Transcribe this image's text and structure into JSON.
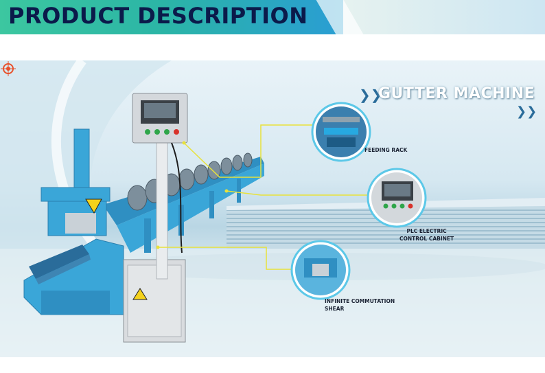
{
  "banner": {
    "title": "PRODUCT DESCRIPTION"
  },
  "scene": {
    "heading": "GUTTER MACHINE",
    "chevron_left": "❯❯",
    "chevron_right": "❯❯",
    "callouts": [
      {
        "label_lines": [
          "FEEDING RACK"
        ]
      },
      {
        "label_lines": [
          "PLC ELECTRIC",
          "CONTROL CABINET"
        ]
      },
      {
        "label_lines": [
          "INFINITE COMMUTATION",
          "SHEAR"
        ]
      }
    ]
  },
  "colors": {
    "banner_text": "#0b1a4a",
    "machine_blue": "#3aa6d8",
    "callout_line": "#e8e23a",
    "callout_ring": "#5cc8e8"
  }
}
